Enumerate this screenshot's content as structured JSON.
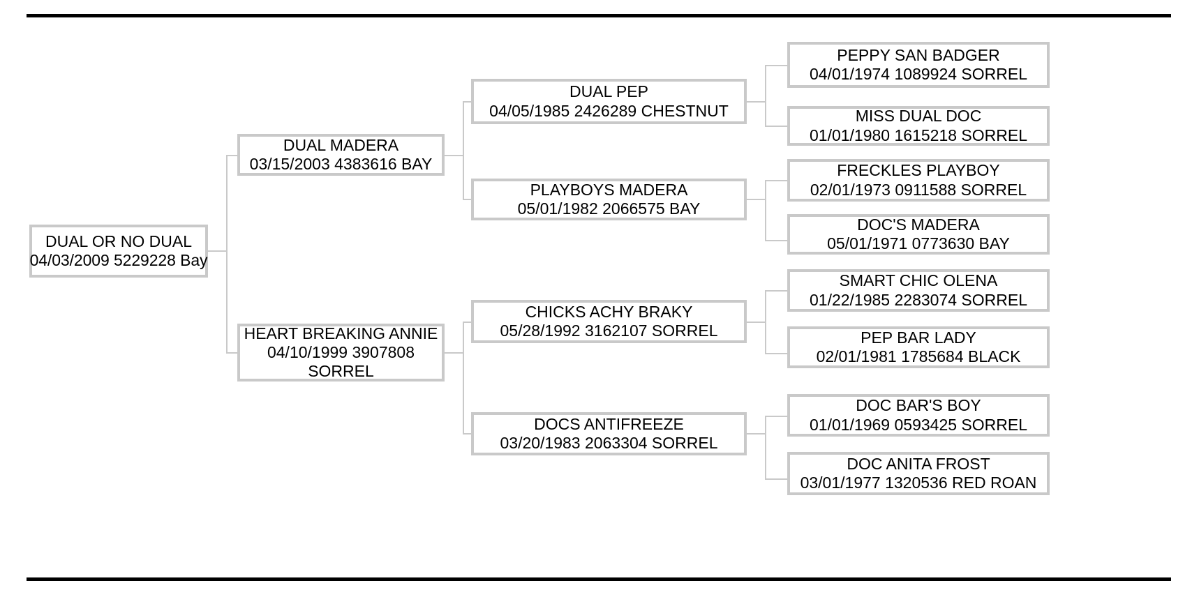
{
  "chart": {
    "type": "pedigree-tree",
    "title": "",
    "orientation": "left-to-right",
    "generations": 4,
    "rule_color": "#000000",
    "box_border_color": "#c9c9c9",
    "connector_color": "#c9c9c9",
    "text_color": "#000000",
    "background": "#ffffff"
  },
  "subject": {
    "name": "DUAL OR NO DUAL",
    "details": "04/03/2009 5229228 Bay",
    "birthdate": "04/03/2009",
    "registration": "5229228",
    "color": "Bay"
  },
  "generation1": [
    {
      "name": "DUAL MADERA",
      "details": "03/15/2003 4383616 BAY",
      "birthdate": "03/15/2003",
      "registration": "4383616",
      "color": "BAY",
      "role": "sire"
    },
    {
      "name": "HEART BREAKING ANNIE",
      "details": "04/10/1999 3907808",
      "details2": "SORREL",
      "birthdate": "04/10/1999",
      "registration": "3907808",
      "color": "SORREL",
      "role": "dam"
    }
  ],
  "generation2": [
    {
      "name": "DUAL PEP",
      "details": "04/05/1985 2426289 CHESTNUT",
      "birthdate": "04/05/1985",
      "registration": "2426289",
      "color": "CHESTNUT"
    },
    {
      "name": "PLAYBOYS MADERA",
      "details": "05/01/1982 2066575 BAY",
      "birthdate": "05/01/1982",
      "registration": "2066575",
      "color": "BAY"
    },
    {
      "name": "CHICKS ACHY BRAKY",
      "details": "05/28/1992 3162107 SORREL",
      "birthdate": "05/28/1992",
      "registration": "3162107",
      "color": "SORREL"
    },
    {
      "name": "DOCS ANTIFREEZE",
      "details": "03/20/1983 2063304 SORREL",
      "birthdate": "03/20/1983",
      "registration": "2063304",
      "color": "SORREL"
    }
  ],
  "generation3": [
    {
      "name": "PEPPY SAN BADGER",
      "details": "04/01/1974 1089924 SORREL",
      "birthdate": "04/01/1974",
      "registration": "1089924",
      "color": "SORREL"
    },
    {
      "name": "MISS DUAL DOC",
      "details": "01/01/1980 1615218 SORREL",
      "birthdate": "01/01/1980",
      "registration": "1615218",
      "color": "SORREL"
    },
    {
      "name": "FRECKLES PLAYBOY",
      "details": "02/01/1973 0911588 SORREL",
      "birthdate": "02/01/1973",
      "registration": "0911588",
      "color": "SORREL"
    },
    {
      "name": "DOC'S MADERA",
      "details": "05/01/1971 0773630 BAY",
      "birthdate": "05/01/1971",
      "registration": "0773630",
      "color": "BAY"
    },
    {
      "name": "SMART CHIC OLENA",
      "details": "01/22/1985 2283074 SORREL",
      "birthdate": "01/22/1985",
      "registration": "2283074",
      "color": "SORREL"
    },
    {
      "name": "PEP BAR LADY",
      "details": "02/01/1981 1785684 BLACK",
      "birthdate": "02/01/1981",
      "registration": "1785684",
      "color": "BLACK"
    },
    {
      "name": "DOC BAR'S BOY",
      "details": "01/01/1969 0593425 SORREL",
      "birthdate": "01/01/1969",
      "registration": "0593425",
      "color": "SORREL"
    },
    {
      "name": "DOC ANITA FROST",
      "details": "03/01/1977 1320536 RED ROAN",
      "birthdate": "03/01/1977",
      "registration": "1320536",
      "color": "RED ROAN"
    }
  ]
}
